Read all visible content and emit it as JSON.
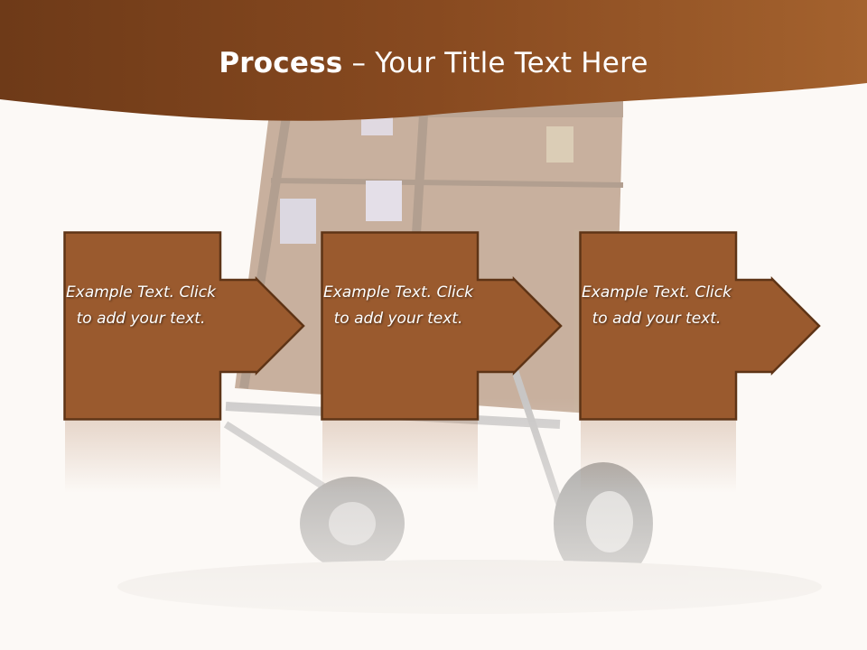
{
  "slide": {
    "title_bold": "Process",
    "title_rest": " – Your Title Text Here"
  },
  "steps": [
    {
      "text": "Example Text. Click  to add your text."
    },
    {
      "text": "Example Text. Click  to add your text."
    },
    {
      "text": "Example Text. Click  to add your text."
    }
  ],
  "colors": {
    "header": "#8b4f24",
    "box_fill": "#9a5a2e",
    "box_stroke": "#5e3416",
    "background": "#fcf9f6"
  },
  "icons": [
    "luggage-handtruck-illustration",
    "arrow-right-icon"
  ]
}
